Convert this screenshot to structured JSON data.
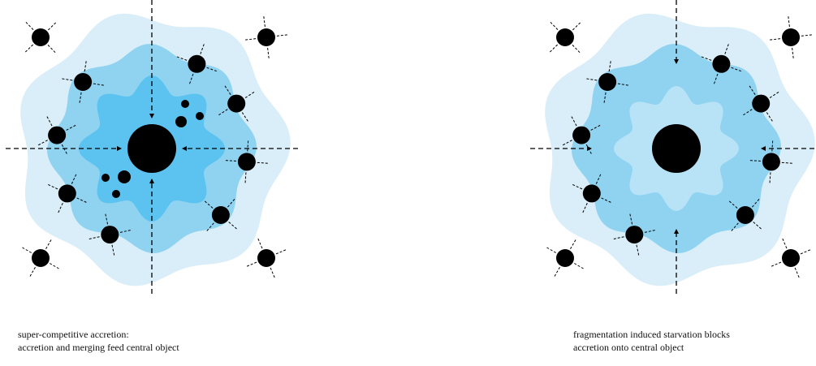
{
  "panels": [
    {
      "name": "super-competitive",
      "caption_lines": [
        "super-competitive accretion:",
        "accretion and merging feed central object"
      ]
    },
    {
      "name": "fragmentation-starvation",
      "caption_lines": [
        "fragmentation induced starvation blocks",
        "accretion onto central object"
      ]
    }
  ],
  "colors": {
    "outer_cloud": "#d9eef8",
    "middle_cloud": "#8fd3f1",
    "inner_cloud_left": "#5cc2ef",
    "inner_cloud_right": "#b8e3f6",
    "objects": "#000000",
    "lines": "#000000"
  }
}
